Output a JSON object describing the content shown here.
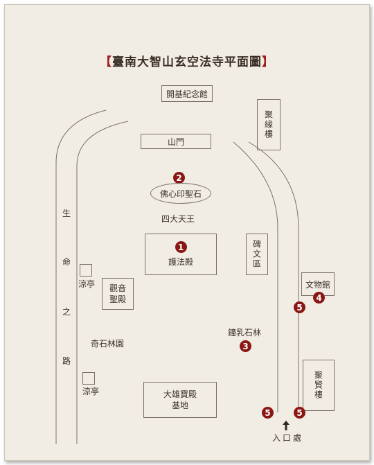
{
  "title": {
    "open": "【",
    "text": "臺南大智山玄空法寺平面圖",
    "close": "】"
  },
  "buildings": {
    "kaiji": "開基紀念館",
    "shanmen": "山門",
    "juyuan": "聚緣樓",
    "fuxin": "佛心印聖石",
    "sida": "四大天王",
    "hufa": "護法殿",
    "beiwen": "碑文區",
    "wenwu": "文物館",
    "guanyin_l1": "觀音",
    "guanyin_l2": "聖殿",
    "liangting1": "涼亭",
    "liangting2": "涼亭",
    "qishi": "奇石林園",
    "zhongru": "鐘乳石林",
    "juxian": "聚賢樓",
    "daxiong_l1": "大雄寶殿",
    "daxiong_l2": "基地",
    "entrance": "入口處"
  },
  "life_path": [
    "生",
    "命",
    "之",
    "路"
  ],
  "markers": {
    "m1": "1",
    "m2": "2",
    "m3": "3",
    "m4": "4",
    "m5": "5"
  },
  "colors": {
    "marker": "#8a1713",
    "title_paren": "#a3201a",
    "paper": "#f1ede5",
    "line": "#7a7166"
  },
  "icons": {
    "entrance_arrow": "arrow-up-icon"
  }
}
